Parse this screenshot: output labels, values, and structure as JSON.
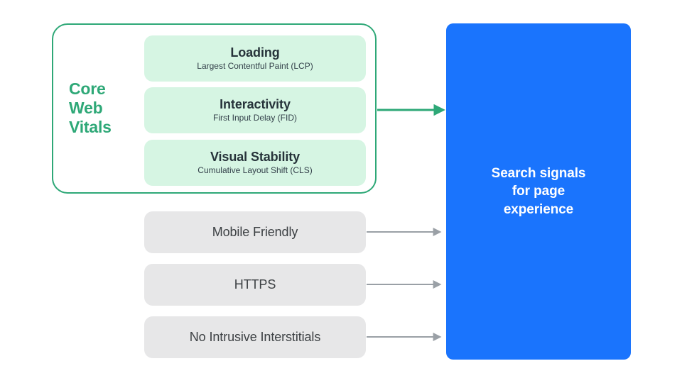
{
  "diagram": {
    "title": "Search signals for page experience",
    "background_color": "#ffffff",
    "group": {
      "label": "Core\nWeb\nVitals",
      "border_color": "#2ea877",
      "accent_color": "#2ea877",
      "card_color": "#d6f5e3",
      "vitals": [
        {
          "title": "Loading",
          "subtitle": "Largest Contentful Paint (LCP)"
        },
        {
          "title": "Interactivity",
          "subtitle": "First Input Delay (FID)"
        },
        {
          "title": "Visual Stability",
          "subtitle": "Cumulative Layout Shift (CLS)"
        }
      ]
    },
    "signals": {
      "card_color": "#e7e7e8",
      "text_color": "#3c4043",
      "items": [
        {
          "label": "Mobile Friendly"
        },
        {
          "label": "HTTPS"
        },
        {
          "label": "No Intrusive Interstitials"
        }
      ]
    },
    "destination": {
      "label": "Search signals\nfor page\nexperience",
      "background_color": "#1a74fd",
      "text_color": "#ffffff"
    },
    "arrows": {
      "primary_color": "#2ea877",
      "secondary_color": "#9aa0a6",
      "count": 4
    }
  }
}
